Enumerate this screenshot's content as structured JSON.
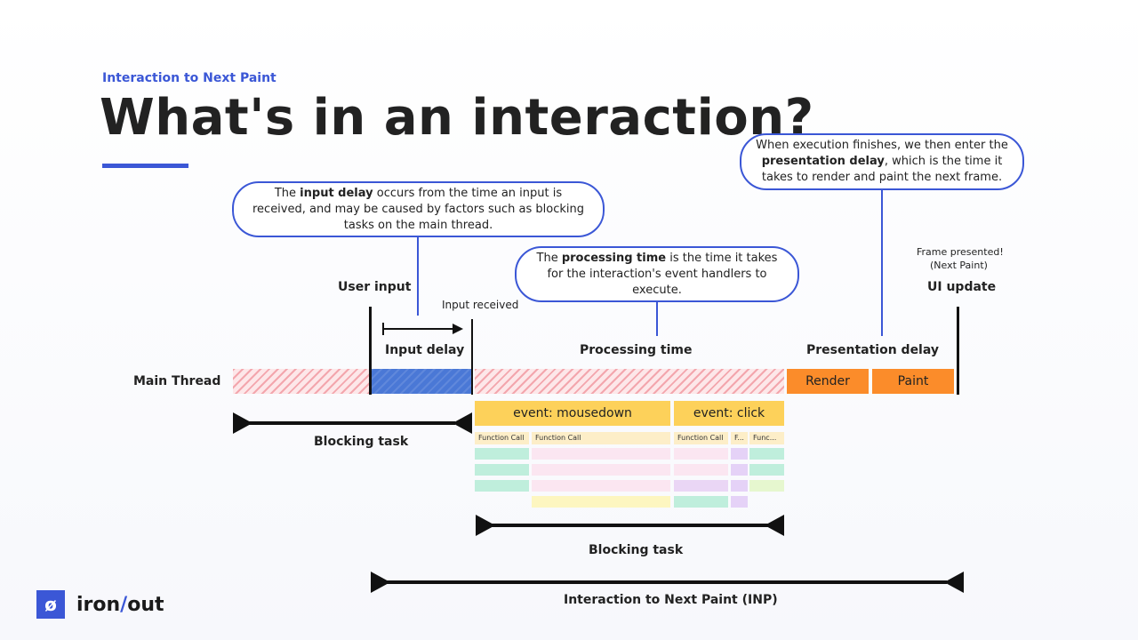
{
  "header": {
    "kicker": "Interaction to Next Paint",
    "title": "What's in an interaction?"
  },
  "callouts": {
    "input_delay": {
      "pre": "The ",
      "term": "input delay",
      "post": " occurs from the time an input is received, and may be caused by factors such as blocking tasks on the main thread."
    },
    "processing": {
      "pre": "The ",
      "term": "processing time",
      "post": " is the time it takes for the interaction's event handlers to execute."
    },
    "presentation": {
      "pre": "When execution finishes, we then enter the ",
      "term": "presentation delay",
      "post": ", which is the time it takes to render and paint the next frame."
    }
  },
  "labels": {
    "user_input": "User input",
    "input_received": "Input received",
    "frame_presented": "Frame presented!",
    "next_paint": "(Next Paint)",
    "ui_update": "UI update",
    "input_delay": "Input delay",
    "processing_time": "Processing time",
    "presentation_delay": "Presentation delay",
    "main_thread": "Main Thread",
    "render": "Render",
    "paint": "Paint",
    "event_mousedown": "event: mousedown",
    "event_click": "event: click",
    "blocking_task_1": "Blocking task",
    "blocking_task_2": "Blocking task",
    "inp": "Interaction to Next Paint (INP)"
  },
  "function_calls": [
    "Function Call",
    "Function Call",
    "Function Call",
    "F...",
    "Func..."
  ],
  "colors": {
    "accent": "#3b57d6",
    "input_delay_bar": "#4a78d6",
    "render_paint": "#fb8c2a",
    "event": "#fdd15a",
    "hatch": "#f3a6ad"
  },
  "logo": {
    "mark": "ø",
    "part1": "iron",
    "slash": "/",
    "part2": "out"
  }
}
